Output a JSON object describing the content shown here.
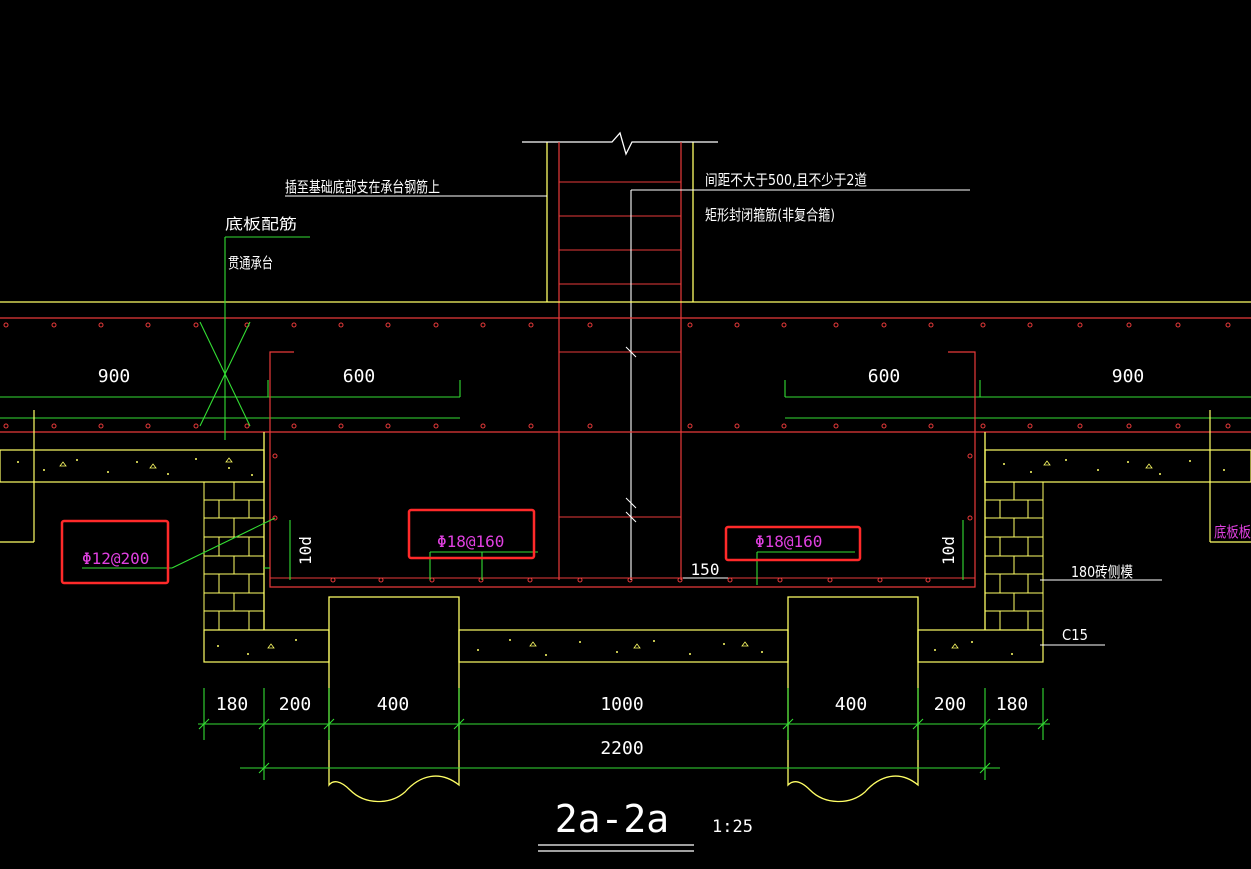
{
  "colors": {
    "background": "#000000",
    "yellow": "#ffff66",
    "red": "#e83a3a",
    "green": "#33dd33",
    "white": "#ffffff",
    "magenta": "#e040e0",
    "highlight": "#ff2a2a"
  },
  "notes": {
    "insert_to_bottom": "插至基础底部支在承台钢筋上",
    "spacing_note": "间距不大于500,且不少于2道",
    "closed_stirrup": "矩形封闭箍筋(非复合箍)",
    "bottom_reinforcement": "底板配筋",
    "through_cap": "贯通承台",
    "brick_formwork": "180砖侧模",
    "concrete_grade": "C15",
    "right_edge_label": "底板板"
  },
  "rebar": {
    "left": "Φ12@200",
    "middle": "Φ18@160",
    "right": "Φ18@160"
  },
  "anchorage": {
    "left": "10d",
    "right": "10d"
  },
  "dims": {
    "top_left_outer": "900",
    "top_left_inner": "600",
    "top_right_inner": "600",
    "top_right_outer": "900",
    "cover": "150",
    "bottom_row": [
      "180",
      "200",
      "400",
      "1000",
      "400",
      "200",
      "180"
    ],
    "total": "2200"
  },
  "section": {
    "title": "2a-2a",
    "scale": "1:25"
  }
}
